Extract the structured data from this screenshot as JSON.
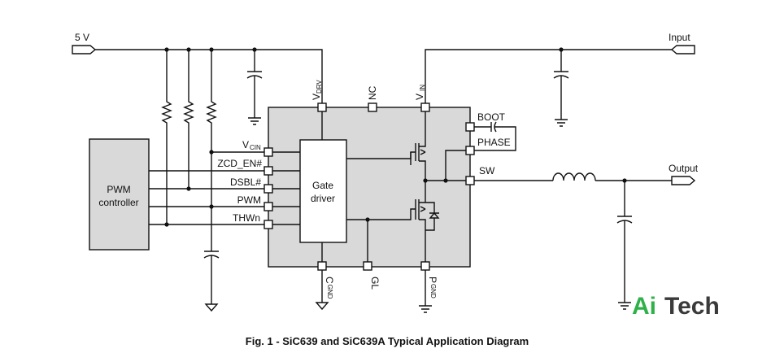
{
  "diagram": {
    "supply_label": "5 V",
    "input_label": "Input",
    "output_label": "Output",
    "controller": {
      "line1": "PWM",
      "line2": "controller"
    },
    "driver": {
      "line1": "Gate",
      "line2": "driver"
    },
    "pins": {
      "vdrv_main": "V",
      "vdrv_sub": "DRV",
      "nc": "NC",
      "vin_main": "V",
      "vin_sub": "IN",
      "vcin_main": "V",
      "vcin_sub": "CIN",
      "zcd_en": "ZCD_EN#",
      "dsbl": "DSBL#",
      "pwm": "PWM",
      "thwn": "THWn",
      "boot": "BOOT",
      "phase": "PHASE",
      "sw": "SW",
      "cgnd_main": "C",
      "cgnd_sub": "GND",
      "gl": "GL",
      "pgnd_main": "P",
      "pgnd_sub": "GND"
    },
    "caption": "Fig. 1 - SiC639 and SiC639A Typical Application Diagram"
  },
  "logo": {
    "part1": "Ai",
    "part2": "Tech"
  },
  "colors": {
    "chip_fill": "#d9d9d9",
    "controller_fill": "#d9d9d9",
    "logo_green": "#2fb14a",
    "logo_dark": "#3a3a3a"
  }
}
